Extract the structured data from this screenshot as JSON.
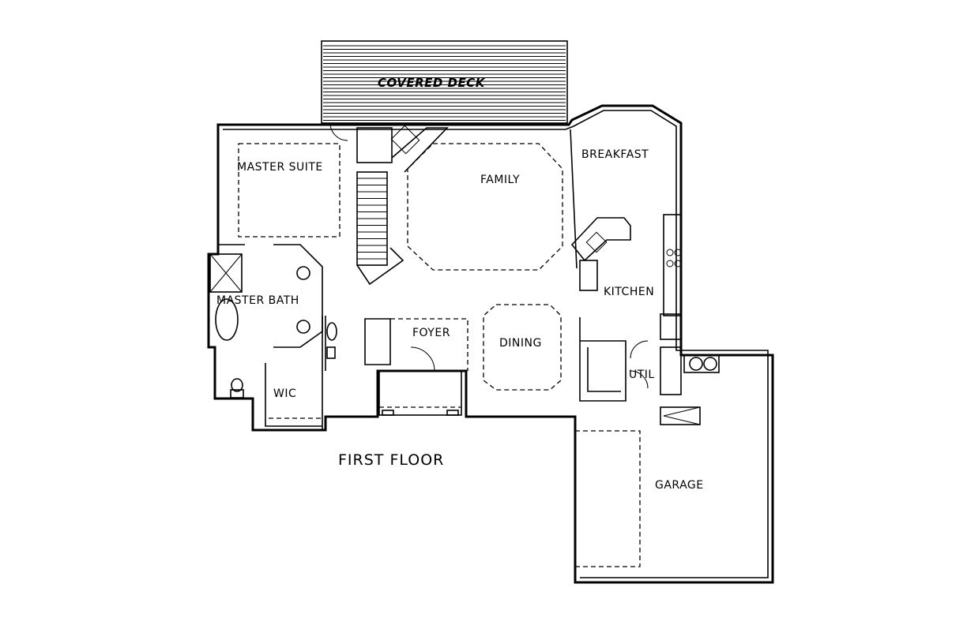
{
  "plan": {
    "title": "FIRST FLOOR",
    "rooms": {
      "covered_deck": "COVERED DECK",
      "master_suite": "MASTER SUITE",
      "family": "FAMILY",
      "breakfast": "BREAKFAST",
      "kitchen": "KITCHEN",
      "master_bath": "MASTER BATH",
      "foyer": "FOYER",
      "dining": "DINING",
      "wic": "WIC",
      "util": "UTIL",
      "garage": "GARAGE"
    }
  }
}
